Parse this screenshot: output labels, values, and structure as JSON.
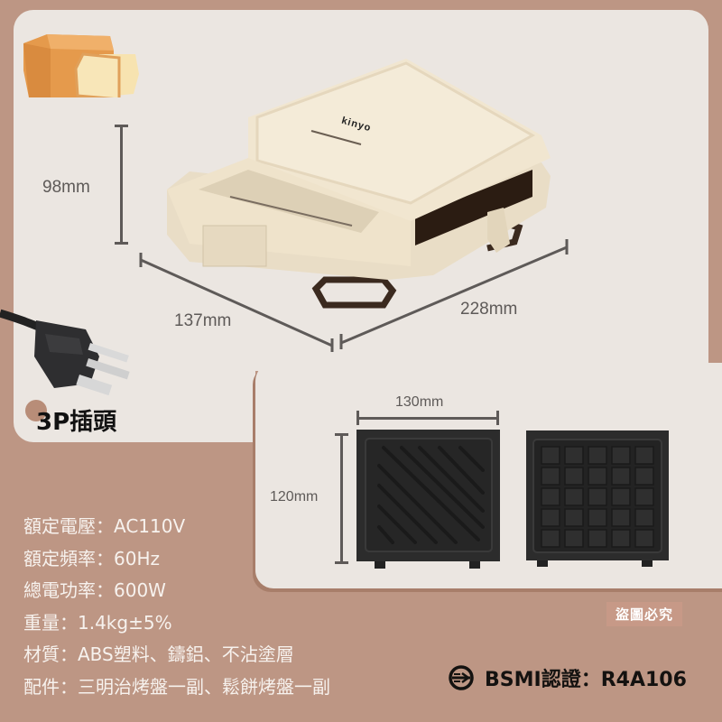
{
  "brand": "KINYO",
  "dimensions": {
    "height": "98mm",
    "depth": "137mm",
    "width": "228mm",
    "plate_width": "130mm",
    "plate_height": "120mm"
  },
  "plug": {
    "label": "3P插頭"
  },
  "plates": [
    {
      "name": "sandwich-plate",
      "pattern": "diagonal-grooves"
    },
    {
      "name": "waffle-plate",
      "pattern": "grid",
      "rows": 5,
      "cols": 5
    }
  ],
  "specs": [
    {
      "label": "額定電壓",
      "value": "AC110V"
    },
    {
      "label": "額定頻率",
      "value": "60Hz"
    },
    {
      "label": "總電功率",
      "value": "600W"
    },
    {
      "label": "重量",
      "value": "1.4kg±5%"
    },
    {
      "label": "材質",
      "value": "ABS塑料、鑄鋁、不沾塗層"
    },
    {
      "label": "配件",
      "value": "三明治烤盤一副、鬆餅烤盤一副"
    }
  ],
  "spec_separator": "：",
  "watermark_badge": "盜圖必究",
  "certification": {
    "label": "BSMI認證：R4A106",
    "icon": "bsmi-mark-icon"
  },
  "colors": {
    "background": "#bd9684",
    "panel": "#ebe6e1",
    "appliance": "#efe4cf",
    "plate": "#2a2a2a",
    "dimension_line": "#5e5a58"
  }
}
